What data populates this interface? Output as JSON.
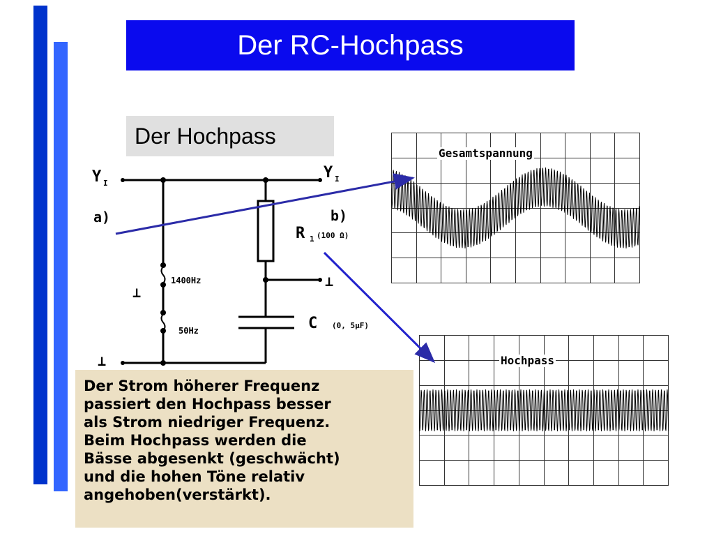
{
  "slide": {
    "title": "Der RC-Hochpass",
    "subtitle": "Der Hochpass"
  },
  "circuit": {
    "input_label": "Y",
    "input_sub": "I",
    "output_label": "Y",
    "output_sub": "I",
    "point_a": "a)",
    "point_b": "b)",
    "resistor_label": "R",
    "resistor_sub": "1",
    "resistor_value": "(100 Ω)",
    "capacitor_label": "C",
    "capacitor_value": "(0, 5μF)",
    "source_high": "1400Hz",
    "source_low": "50Hz",
    "ground_symbol": "⊥"
  },
  "scopes": {
    "total": {
      "label": "Gesamtspannung"
    },
    "highpass": {
      "label": "Hochpass"
    }
  },
  "explanation": {
    "text": "Der Strom höherer Frequenz\npassiert den Hochpass besser\nals Strom niedriger Frequenz.\nBeim Hochpass werden die\nBässe abgesenkt (geschwächt)\nund die hohen Töne relativ\nangehoben(verstärkt)."
  },
  "colors": {
    "title_banner": "#0a0aee",
    "bar_dark": "#0033cc",
    "bar_light": "#3366ff",
    "subtitle_box": "#e0e0e0",
    "explanation_box": "#ece0c4",
    "arrow": "#2b2ba8"
  }
}
